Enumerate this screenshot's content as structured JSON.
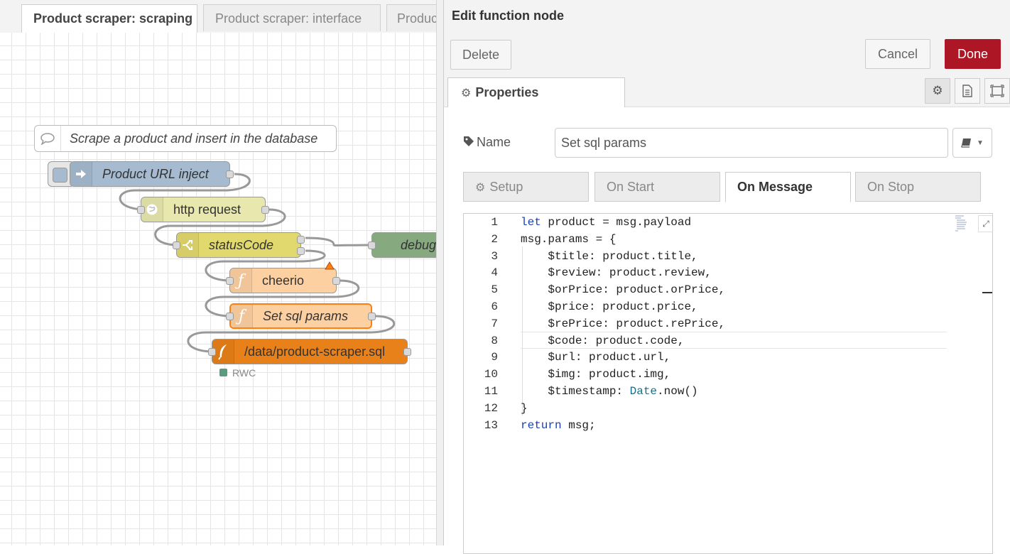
{
  "workspace": {
    "tabs": [
      {
        "label": "Product scraper: scraping",
        "active": true
      },
      {
        "label": "Product scraper: interface",
        "active": false
      },
      {
        "label": "Product scraper",
        "active": false
      }
    ],
    "comment": "Scrape a product and insert in the database",
    "nodes": {
      "inject": "Product URL inject",
      "http": "http request",
      "switch": "statusCode",
      "debug": "debug",
      "cheerio": "cheerio",
      "setparams": "Set sql params",
      "sqlite": "/data/product-scraper.sql"
    },
    "sqlite_status": "RWC",
    "colors": {
      "inject": "#a6bbcf",
      "http": "#e7e7ae",
      "switch": "#e2d96e",
      "debug": "#87a980",
      "function": "#fdd0a2",
      "sqlite": "#e8811a",
      "wire": "#999999"
    }
  },
  "tray": {
    "title": "Edit function node",
    "delete_label": "Delete",
    "cancel_label": "Cancel",
    "done_label": "Done",
    "properties_tab": "Properties",
    "name_label": "Name",
    "name_value": "Set sql params",
    "code_tabs": [
      "Setup",
      "On Start",
      "On Message",
      "On Stop"
    ],
    "active_code_tab": "On Message",
    "code_lines": [
      "let product = msg.payload",
      "msg.params = {",
      "    $title: product.title,",
      "    $review: product.review,",
      "    $orPrice: product.orPrice,",
      "    $price: product.price,",
      "    $rePrice: product.rePrice,",
      "    $code: product.code,",
      "    $url: product.url,",
      "    $img: product.img,",
      "    $timestamp: Date.now()",
      "}",
      "return msg;"
    ],
    "colors": {
      "done": "#ad1625"
    }
  }
}
